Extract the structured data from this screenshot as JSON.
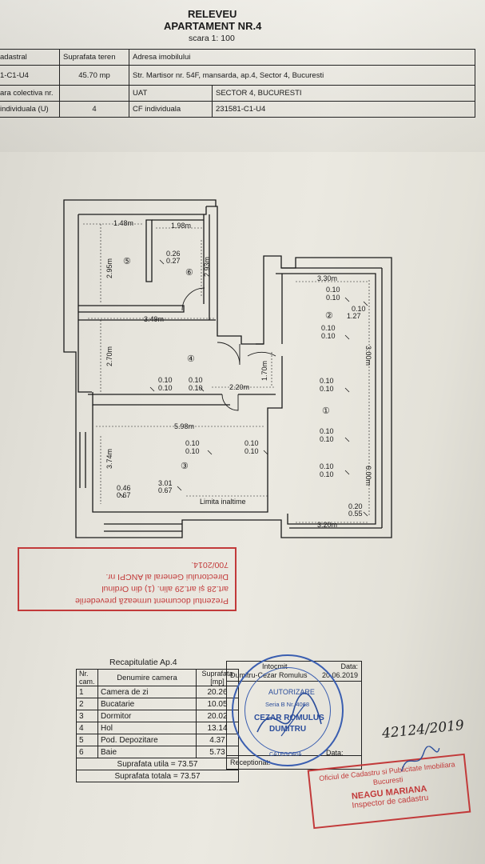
{
  "header": {
    "title1": "RELEVEU",
    "title2": "APARTAMENT NR.4",
    "scale": "scara 1: 100"
  },
  "info_table": {
    "rows": [
      [
        "adastral",
        "Suprafata teren",
        "Adresa imobilului",
        ""
      ],
      [
        "1-C1-U4",
        "45.70 mp",
        "Str. Martisor nr. 54F, mansarda, ap.4, Sector 4, Bucuresti",
        ""
      ],
      [
        "ara colectiva nr.",
        "",
        "UAT",
        "SECTOR 4, BUCURESTI"
      ],
      [
        "individuala (U)",
        "4",
        "CF individuala",
        "231581-C1-U4"
      ]
    ]
  },
  "plan": {
    "dims": {
      "d148": "1.48m",
      "d198": "1.98m",
      "d295": "2.95m",
      "d293": "2.93m",
      "d349": "3.49m",
      "d270": "2.70m",
      "d220": "2.20m",
      "d170": "1.70m",
      "d598": "5.98m",
      "d374": "3.74m",
      "d330": "3.30m",
      "d300": "3.00m",
      "d600": "6.00m",
      "d320": "3.20m"
    },
    "rooms": {
      "r1": "①",
      "r2": "②",
      "r3": "③",
      "r4": "④",
      "r5": "⑤",
      "r6": "⑥"
    },
    "marks": {
      "m026a": "0.26",
      "m027": "0.27",
      "m010": "0.10",
      "m127": "1.27",
      "m046": "0.46",
      "m067": "0.67",
      "m301": "3.01",
      "m020": "0.20",
      "m055": "0.55"
    },
    "limit": "Limita inaltime"
  },
  "red_stamp": {
    "line1": "Prezentul document urmează prevederile",
    "line2": "art.28 și art.29 alin. (1) din Ordinul",
    "line3": "Directorului General al ANCPI nr.",
    "line4": "700/2014."
  },
  "recap": {
    "title": "Recapitulatie Ap.4",
    "headers": [
      "Nr. cam.",
      "Denumire camera",
      "Suprafata [mp]"
    ],
    "rows": [
      [
        "1",
        "Camera de zi",
        "20.26"
      ],
      [
        "2",
        "Bucatarie",
        "10.05"
      ],
      [
        "3",
        "Dormitor",
        "20.02"
      ],
      [
        "4",
        "Hol",
        "13.14"
      ],
      [
        "5",
        "Pod. Depozitare",
        "4.37"
      ],
      [
        "6",
        "Baie",
        "5.73"
      ]
    ],
    "util": "Suprafata utila = 73.57",
    "total": "Suprafata totala = 73.57"
  },
  "sign": {
    "intocmit": "Intocmit",
    "data_label": "Data:",
    "name": "Dumitru-Cezar Romulus",
    "date": "20.06.2019",
    "receptionat": "Receptionat:",
    "data2": "Data:"
  },
  "blue_stamp": {
    "autorizare": "AUTORIZARE",
    "serie": "Seria B Nr. 4068",
    "name1": "CEZAR ROMULUS",
    "name2": "DUMITRU",
    "categoria": "CATEGORIA"
  },
  "handwritten_date": "42124/2019",
  "office_stamp": {
    "line1": "Oficiul de Cadastru si Publicitate Imobiliara",
    "line2": "Bucuresti",
    "line3": "NEAGU MARIANA",
    "line4": "Inspector de cadastru"
  }
}
